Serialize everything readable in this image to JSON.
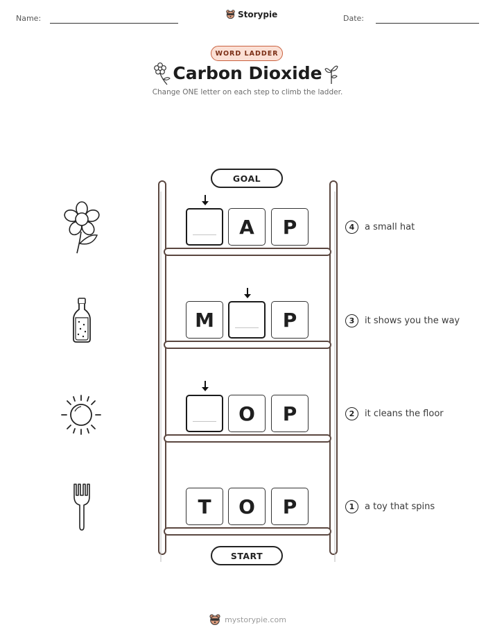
{
  "header": {
    "name_label": "Name:",
    "date_label": "Date:",
    "brand": "Storypie"
  },
  "badge": "WORD LADDER",
  "title": "Carbon Dioxide",
  "subtitle": "Change ONE letter on each step to climb the ladder.",
  "goal_label": "GOAL",
  "start_label": "START",
  "rungs": [
    {
      "step": "4",
      "letters": [
        "",
        "A",
        "P"
      ],
      "blank_index": 0,
      "clue": "a small hat",
      "picture": "flower-icon"
    },
    {
      "step": "3",
      "letters": [
        "M",
        "",
        "P"
      ],
      "blank_index": 1,
      "clue": "it shows you the way",
      "picture": "bottle-icon"
    },
    {
      "step": "2",
      "letters": [
        "",
        "O",
        "P"
      ],
      "blank_index": 0,
      "clue": "it cleans the floor",
      "picture": "sun-icon"
    },
    {
      "step": "1",
      "letters": [
        "T",
        "O",
        "P"
      ],
      "blank_index": null,
      "clue": "a toy that spins",
      "picture": "fork-icon"
    }
  ],
  "footer": "mystorypie.com",
  "colors": {
    "badge_border": "#c9603e",
    "badge_fill": "#fbe0d5",
    "ladder": "#5a463f"
  }
}
